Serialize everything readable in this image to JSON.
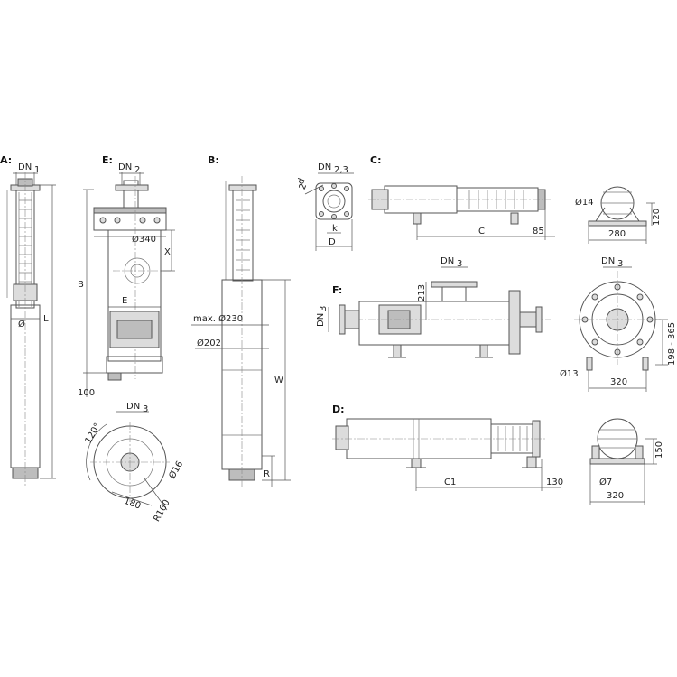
{
  "views": {
    "A": "A:",
    "E": "E:",
    "B": "B:",
    "C": "C:",
    "F": "F:",
    "D": "D:"
  },
  "dims": {
    "DN1": "DN",
    "DN1_sub": "1",
    "phi": "Ø",
    "L": "L",
    "DN2": "DN",
    "DN2_sub": "2",
    "d340": "Ø340",
    "X": "X",
    "B": "B",
    "E": "E",
    "d100": "100",
    "DN3_E": "DN",
    "DN3_E_sub": "3",
    "a120": "120°",
    "d16": "Ø16",
    "d180": "180",
    "R160": "R160",
    "max230": "max. Ø230",
    "d202": "Ø202",
    "W": "W",
    "R": "R",
    "DN23": "DN",
    "DN23_sub": "2,3",
    "d2": "d",
    "d2_sub": "2",
    "k": "k",
    "D": "D",
    "C": "C",
    "d85": "85",
    "d14": "Ø14",
    "d120": "120",
    "d280": "280",
    "DN3_F": "DN",
    "DN3_F_sub": "3",
    "d213": "213",
    "DN3_Fleft": "DN",
    "DN3_Fleft_sub": "3",
    "DN3_R": "DN",
    "DN3_R_sub": "3",
    "d198": "198 - 365",
    "d13": "Ø13",
    "d320a": "320",
    "C1": "C1",
    "d130": "130",
    "d150": "150",
    "d7": "Ø7",
    "d320b": "320"
  }
}
